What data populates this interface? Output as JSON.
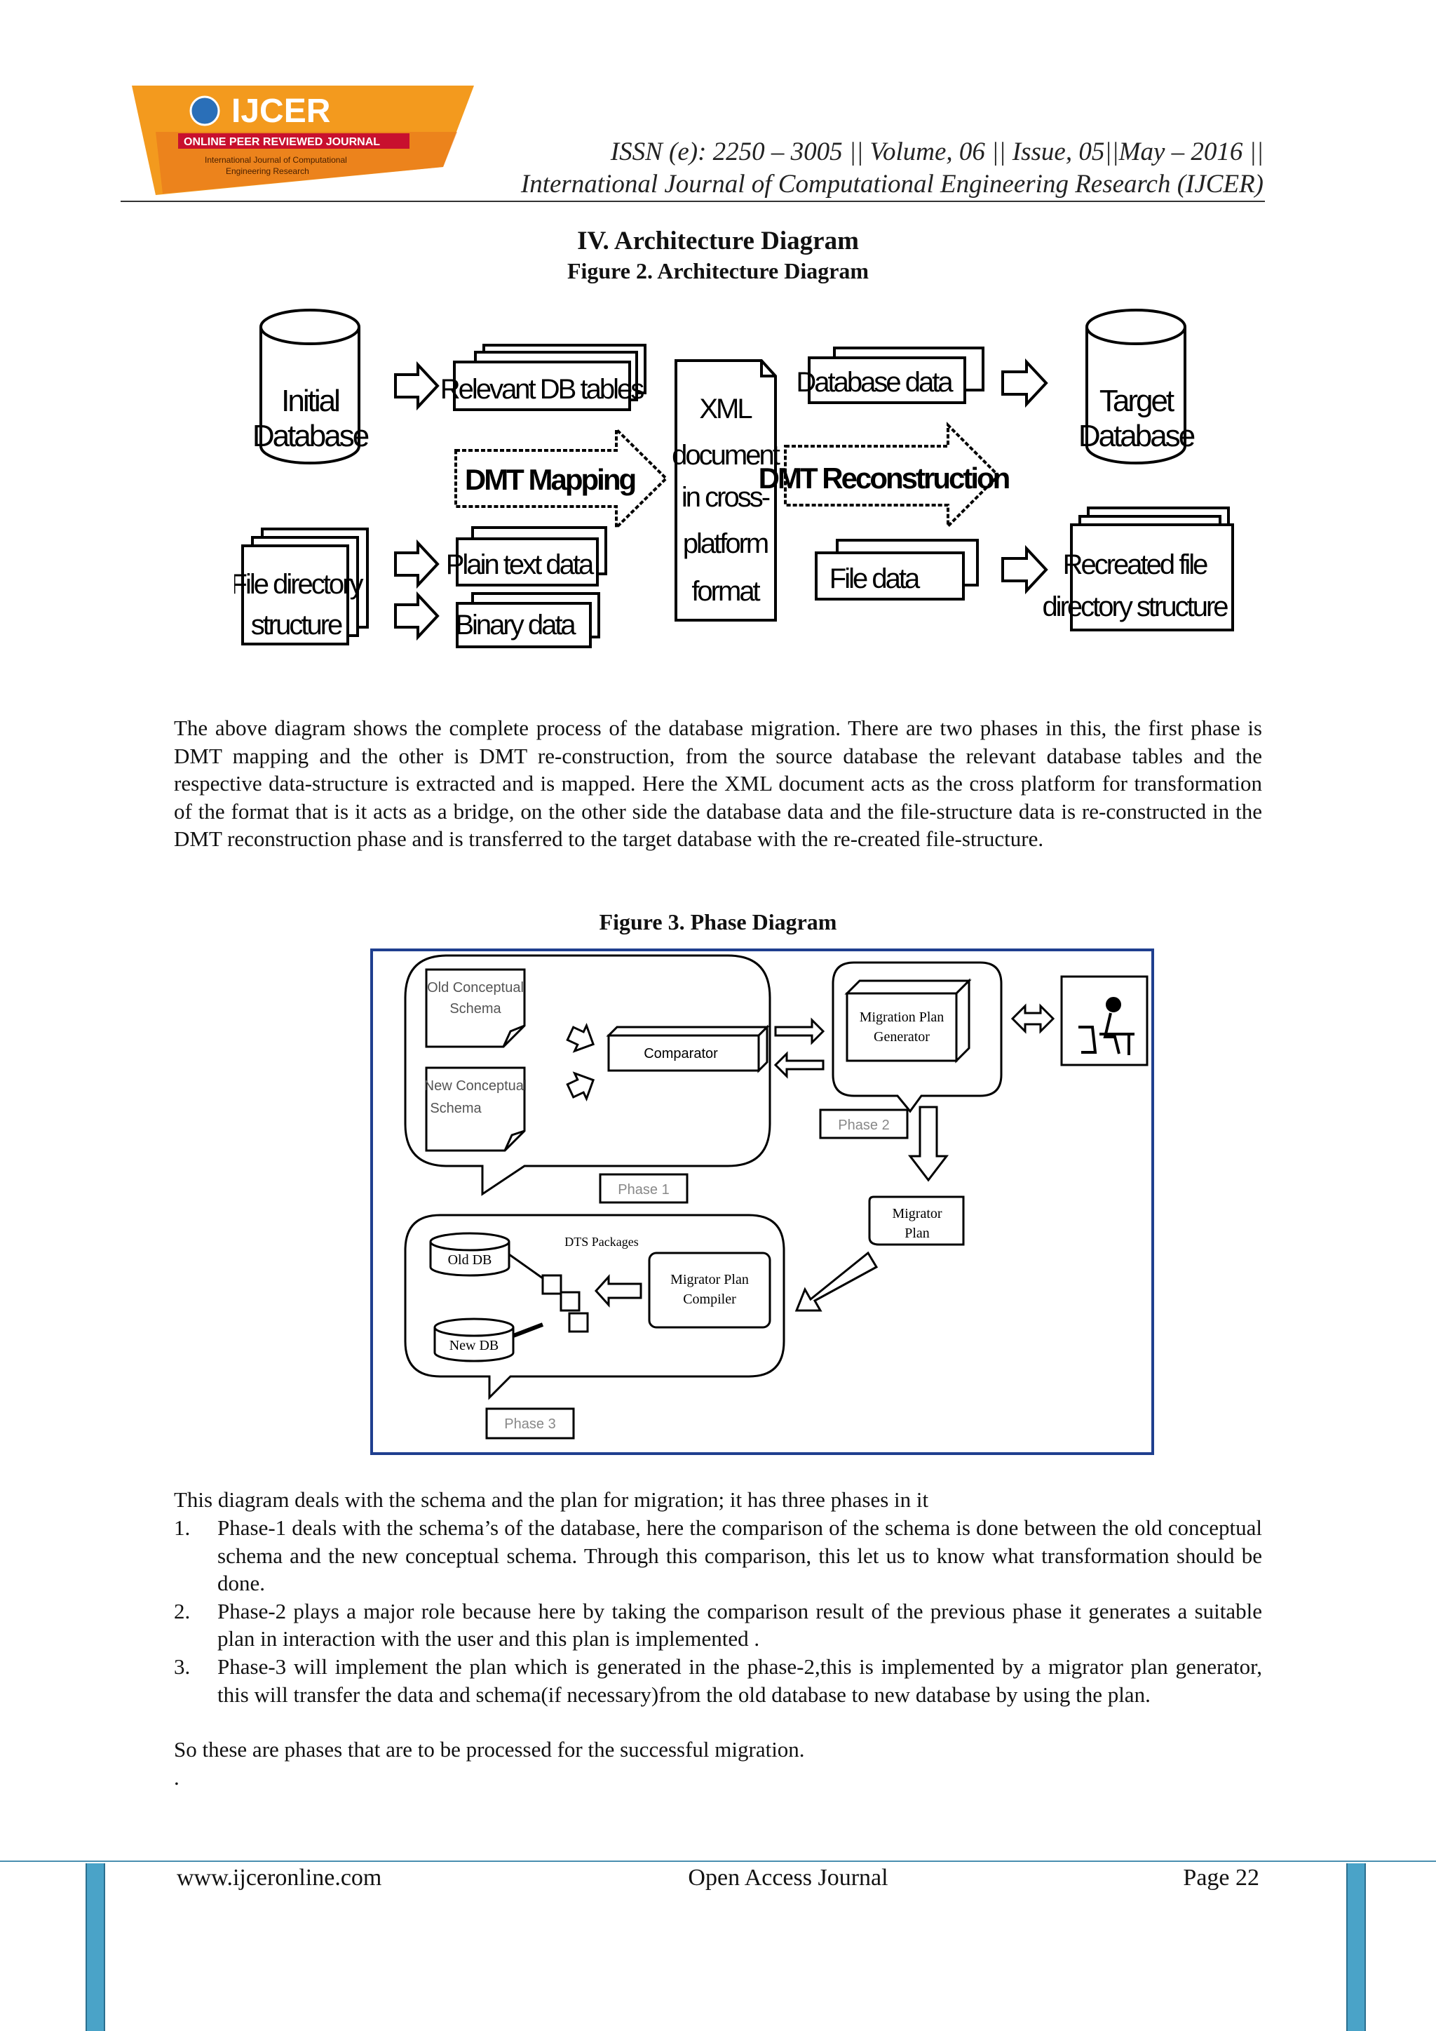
{
  "header": {
    "logo": {
      "title": "IJCER",
      "tagline": "ONLINE PEER REVIEWED JOURNAL",
      "subtitle_line1": "International Journal of Computational",
      "subtitle_line2": "Engineering Research"
    },
    "issn_line": "ISSN (e): 2250 – 3005 || Volume, 06 || Issue, 05||May – 2016 ||",
    "journal_line": "International Journal of Computational Engineering Research (IJCER)"
  },
  "section_heading": "IV. Architecture Diagram",
  "figure2": {
    "caption": "Figure 2. Architecture Diagram",
    "initial_db_1": "Initial",
    "initial_db_2": "Database",
    "file_dir_1": "File directory",
    "file_dir_2": "structure",
    "relevant_tables": "Relevant DB tables",
    "dmt_mapping": "DMT Mapping",
    "plain_text": "Plain text data",
    "binary_data": "Binary data",
    "xml_1": "XML",
    "xml_2": "document",
    "xml_3": "in cross-",
    "xml_4": "platform",
    "xml_5": "format",
    "database_data": "Database data",
    "dmt_reconstruction": "DMT Reconstruction",
    "file_data": "File data",
    "target_db_1": "Target",
    "target_db_2": "Database",
    "recreated_1": "Recreated file",
    "recreated_2": "directory structure"
  },
  "paragraph1": "The above diagram shows the complete process of the database migration. There are two phases in this, the first phase is DMT mapping and the other is DMT re-construction, from the source database the relevant database tables and the respective data-structure is extracted and is mapped. Here the XML document acts as the cross platform for transformation of the format that is it acts as a bridge, on the other side the database data and the file-structure data is re-constructed in the DMT reconstruction phase and is transferred to the target database with the re-created file-structure.",
  "figure3": {
    "caption": "Figure 3. Phase Diagram",
    "old_schema_1": "Old Conceptual",
    "old_schema_2": "Schema",
    "new_schema_1": "New Conceptual",
    "new_schema_2": "Schema",
    "comparator": "Comparator",
    "phase1": "Phase 1",
    "generator_1": "Migration Plan",
    "generator_2": "Generator",
    "phase2": "Phase 2",
    "migrator_plan_1": "Migrator",
    "migrator_plan_2": "Plan",
    "dts_packages": "DTS Packages",
    "old_db": "Old DB",
    "new_db": "New DB",
    "compiler_1": "Migrator Plan",
    "compiler_2": "Compiler",
    "phase3": "Phase 3"
  },
  "intro2": "This diagram deals with the schema and the plan for migration; it has three phases in it",
  "list": [
    {
      "num": "1.",
      "text": "Phase-1 deals with the schema’s of the database, here the comparison of the schema is done between the old conceptual schema and the new conceptual schema. Through this comparison, this let us to know what transformation should be done."
    },
    {
      "num": "2.",
      "text": "Phase-2 plays a major role because here by taking the comparison result of the previous phase it generates a suitable plan in interaction with the user and this plan is implemented ."
    },
    {
      "num": "3.",
      "text": "Phase-3 will implement the plan which is generated in  the phase-2,this is implemented by a migrator plan generator, this will transfer  the data and schema(if necessary)from the old database to new database by using the plan."
    }
  ],
  "closing": "So these are phases that are to be processed for the successful migration.",
  "closing_dot": ".",
  "footer": {
    "website": "www.ijceronline.com",
    "center": "Open Access Journal",
    "page": "Page 22"
  },
  "colors": {
    "logo_orange": "#f39a1e",
    "logo_red": "#c8102e",
    "footer_blue": "#4aa3c8",
    "fig3_border": "#1f3f8f"
  }
}
